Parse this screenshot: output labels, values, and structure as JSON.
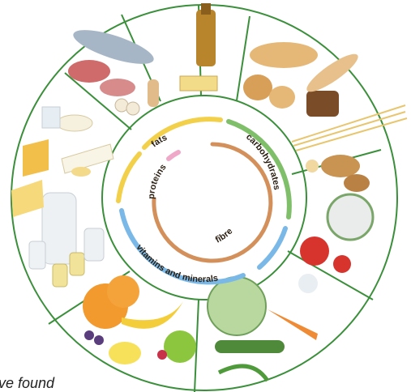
{
  "diagram": {
    "ring_labels": {
      "fats": "fats",
      "proteins": "proteins",
      "carbohydrates": "carbohydrates",
      "fibre": "fibre",
      "vitamins": "vitamins and minerals"
    },
    "segments": [
      {
        "name": "oils-and-fats",
        "icon": "oil-bottle-butter-icon"
      },
      {
        "name": "bread-and-cereals",
        "icon": "bread-pasta-icon"
      },
      {
        "name": "potatoes",
        "icon": "potato-icon"
      },
      {
        "name": "vegetables",
        "icon": "vegetable-icon"
      },
      {
        "name": "fruit",
        "icon": "fruit-icon"
      },
      {
        "name": "milk-and-dairy",
        "icon": "milk-cheese-icon"
      },
      {
        "name": "meat-fish-eggs",
        "icon": "fish-meat-egg-icon"
      }
    ],
    "colors": {
      "ring_line": "#3a8f3a",
      "fats": "#f2d04a",
      "proteins": "#f0a8c8",
      "carbohydrates": "#7fbf6a",
      "fibre": "#d4905a",
      "vitamins": "#7ab8e8"
    },
    "caption_fragment": "ve found"
  }
}
